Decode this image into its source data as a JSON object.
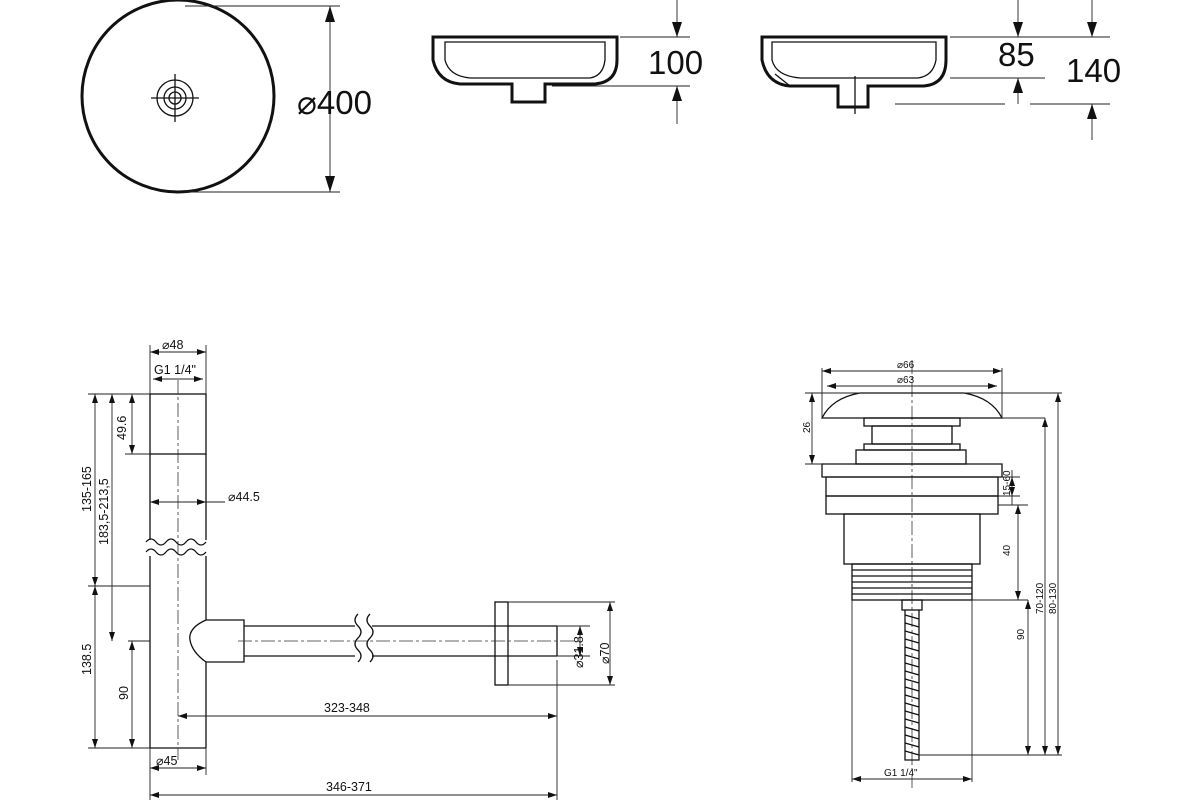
{
  "basin": {
    "diameter_label": "⌀400",
    "height_front_label": "100",
    "height_inner_label": "85",
    "height_total_label": "140"
  },
  "siphon": {
    "top_dia_label": "⌀48",
    "thread_label": "G1 1/4\"",
    "cap_height_label": "49.6",
    "range_135_label": "135-165",
    "range_183_label": "183,5-213,5",
    "pipe_dia_label": "⌀44.5",
    "outlet_pipe_dia_label": "⌀31.8",
    "flange_dia_label": "⌀70",
    "height_138_label": "138.5",
    "height_90_label": "90",
    "length_323_label": "323-348",
    "bottom_dia_label": "⌀45",
    "length_346_label": "346-371"
  },
  "drain": {
    "dia_66_label": "⌀66",
    "dia_63_label": "⌀63",
    "height_26_label": "26",
    "range_15_60_label": "15-60",
    "height_40_label": "40",
    "height_90_label": "90",
    "range_70_120_label": "70-120",
    "range_80_130_label": "80-130",
    "thread_label": "G1 1/4\""
  }
}
